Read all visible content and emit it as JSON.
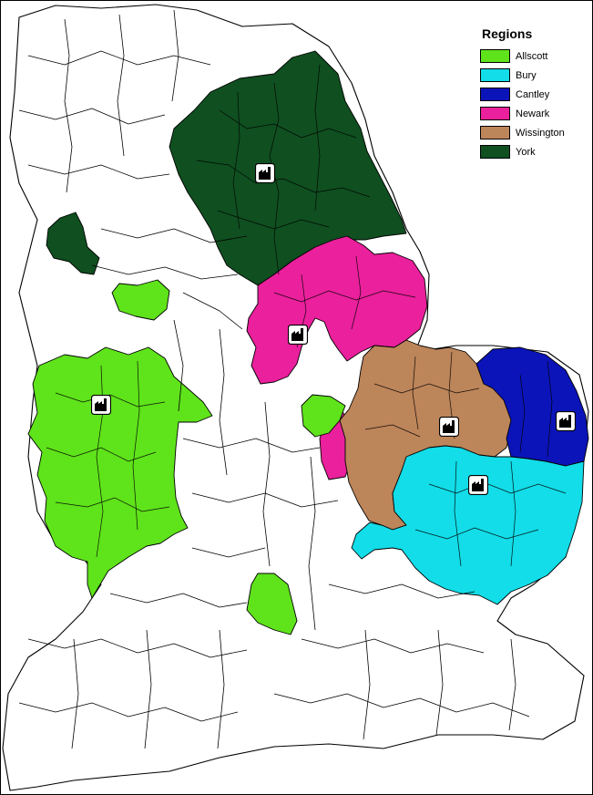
{
  "legend": {
    "title": "Regions",
    "items": [
      {
        "label": "Allscott",
        "color": "#5fe31b"
      },
      {
        "label": "Bury",
        "color": "#12dde8"
      },
      {
        "label": "Cantley",
        "color": "#0b14b8"
      },
      {
        "label": "Newark",
        "color": "#ea209c"
      },
      {
        "label": "Wissington",
        "color": "#bd855a"
      },
      {
        "label": "York",
        "color": "#0f4f20"
      }
    ]
  },
  "factories": [
    {
      "region": "York",
      "icon": "factory-icon"
    },
    {
      "region": "Newark",
      "icon": "factory-icon"
    },
    {
      "region": "Allscott",
      "icon": "factory-icon"
    },
    {
      "region": "Wissington",
      "icon": "factory-icon"
    },
    {
      "region": "Bury",
      "icon": "factory-icon"
    },
    {
      "region": "Cantley",
      "icon": "factory-icon"
    }
  ]
}
